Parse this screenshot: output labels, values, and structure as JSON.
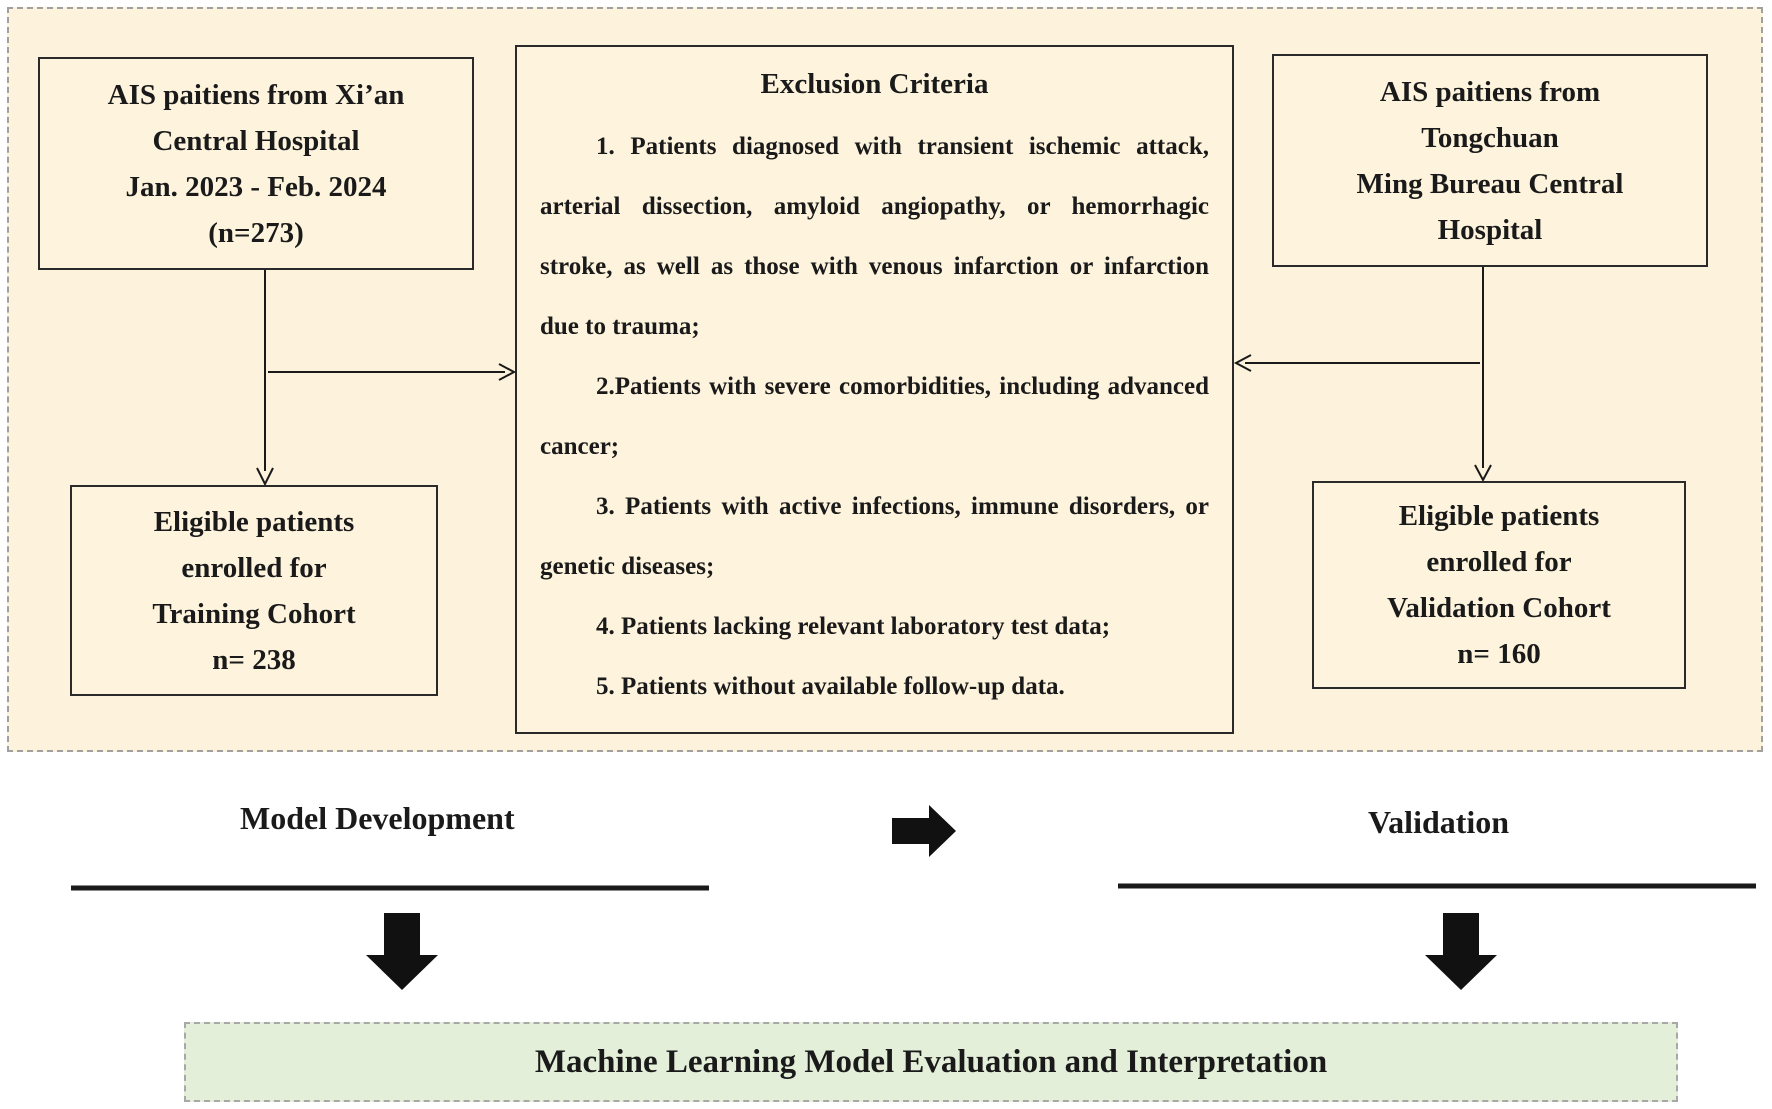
{
  "xian_box": {
    "lines": [
      "AIS paitiens from Xi’an",
      "Central Hospital",
      "Jan. 2023 - Feb. 2024",
      "(n=273)"
    ]
  },
  "tongchuan_box": {
    "lines": [
      "AIS paitiens from",
      "Tongchuan",
      "Ming Bureau Central",
      "Hospital"
    ]
  },
  "training_box": {
    "lines": [
      "Eligible patients",
      "enrolled for",
      "Training Cohort",
      "n= 238"
    ]
  },
  "validation_box": {
    "lines": [
      "Eligible patients",
      "enrolled for",
      "Validation Cohort",
      "n= 160"
    ]
  },
  "exclusion": {
    "title": "Exclusion Criteria",
    "items": [
      "1. Patients diagnosed with transient ischemic attack, arterial dissection, amyloid angiopathy, or hemorrhagic stroke, as well as those with venous infarction or infarction due to trauma;",
      "2.Patients with severe comorbidities, including advanced cancer;",
      "3. Patients with active infections, immune disorders, or genetic diseases;",
      "4. Patients lacking relevant laboratory test data;",
      "5. Patients without available follow-up data."
    ]
  },
  "stage_labels": {
    "model_development": "Model Development",
    "validation": "Validation"
  },
  "final_box": "Machine Learning Model Evaluation and Interpretation",
  "colors": {
    "top_panel_bg": "#fdf2db",
    "final_box_bg": "#e3efd9",
    "line": "#1a1a1a"
  }
}
